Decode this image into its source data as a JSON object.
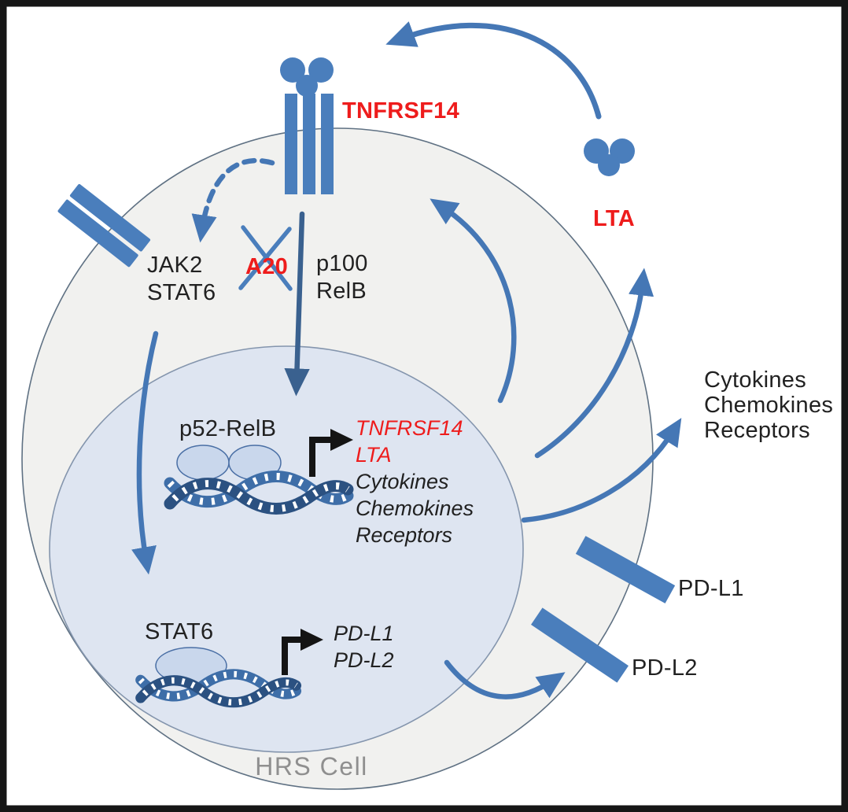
{
  "labels": {
    "receptor": "TNFRSF14",
    "ligand": "LTA",
    "jak2": "JAK2",
    "stat6": "STAT6",
    "a20": "A20",
    "p100": "p100",
    "relb": "RelB",
    "tf_nfkb": "p52-RelB",
    "tf_stat6": "STAT6",
    "genes_nfkb": [
      "TNFRSF14",
      "LTA",
      "Cytokines",
      "Chemokines",
      "Receptors"
    ],
    "genes_stat6": [
      "PD-L1",
      "PD-L2"
    ],
    "secreted": [
      "Cytokines",
      "Chemokines",
      "Receptors"
    ],
    "pdl1": "PD-L1",
    "pdl2": "PD-L2",
    "cell": "HRS Cell"
  },
  "colors": {
    "shape_blue": "#4a7ebc",
    "arrow_blue": "#4577b5",
    "arrow_dark_blue": "#3a618f",
    "highlight_red": "#ee1c1c",
    "text_black": "#212121",
    "cell_label_gray": "#8f8f8f",
    "cell_fill": "#f1f1ef",
    "nucleus_fill": "#dee5f1",
    "blob_fill": "#c9d7ec",
    "dna_dark": "#2b5181",
    "dna_mid": "#3e6ea8",
    "frame_border": "#161616"
  }
}
